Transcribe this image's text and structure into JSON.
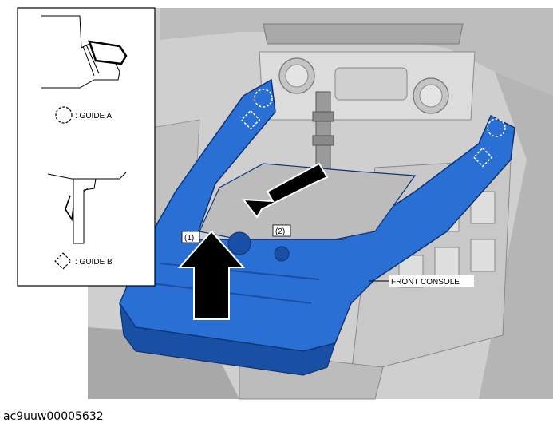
{
  "figure": {
    "labels": {
      "guide_a": ": GUIDE A",
      "guide_b": ": GUIDE B",
      "callout_1": "(1)",
      "callout_2": "(2)",
      "front_console": "FRONT CONSOLE"
    },
    "colors": {
      "console_blue": "#2a6fd4",
      "console_blue_dark": "#1a4fa6",
      "background_gray": "#d8d8d8",
      "arrow_black": "#000000"
    }
  },
  "caption": "ac9uuw00005632"
}
